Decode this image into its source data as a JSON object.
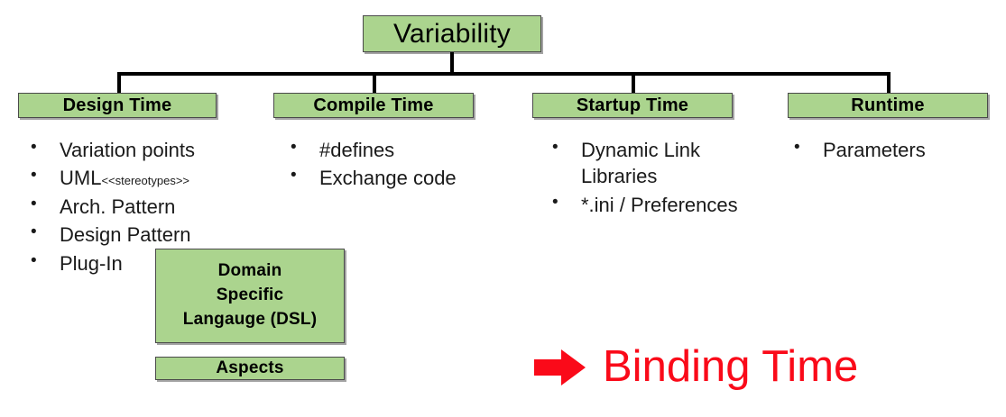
{
  "diagram": {
    "root": {
      "label": "Variability"
    },
    "categories": [
      {
        "id": "design-time",
        "label": "Design Time"
      },
      {
        "id": "compile-time",
        "label": "Compile Time"
      },
      {
        "id": "startup-time",
        "label": "Startup Time"
      },
      {
        "id": "runtime",
        "label": "Runtime"
      }
    ],
    "lists": {
      "design": [
        {
          "text": "Variation points"
        },
        {
          "text": "UML",
          "small": "<<stereotypes>>"
        },
        {
          "text": "Arch. Pattern"
        },
        {
          "text": "Design Pattern"
        },
        {
          "text": "Plug-In"
        }
      ],
      "compile": [
        {
          "text": "#defines"
        },
        {
          "text": "Exchange code"
        }
      ],
      "startup": [
        {
          "text": "Dynamic Link Libraries"
        },
        {
          "text": "*.ini / Preferences"
        }
      ],
      "runtime": [
        {
          "text": "Parameters"
        }
      ]
    },
    "extra_boxes": [
      {
        "id": "dsl",
        "lines": [
          "Domain",
          "Specific",
          "Langauge (DSL)"
        ]
      },
      {
        "id": "aspects",
        "label": "Aspects"
      }
    ],
    "callout": {
      "arrow_icon": "right-arrow-icon",
      "label": "Binding Time"
    },
    "colors": {
      "box_fill": "#abd48e",
      "box_border": "#4a4a4a",
      "connector": "#000000",
      "callout": "#fa0a19",
      "text": "#000000",
      "background": "#ffffff"
    }
  }
}
